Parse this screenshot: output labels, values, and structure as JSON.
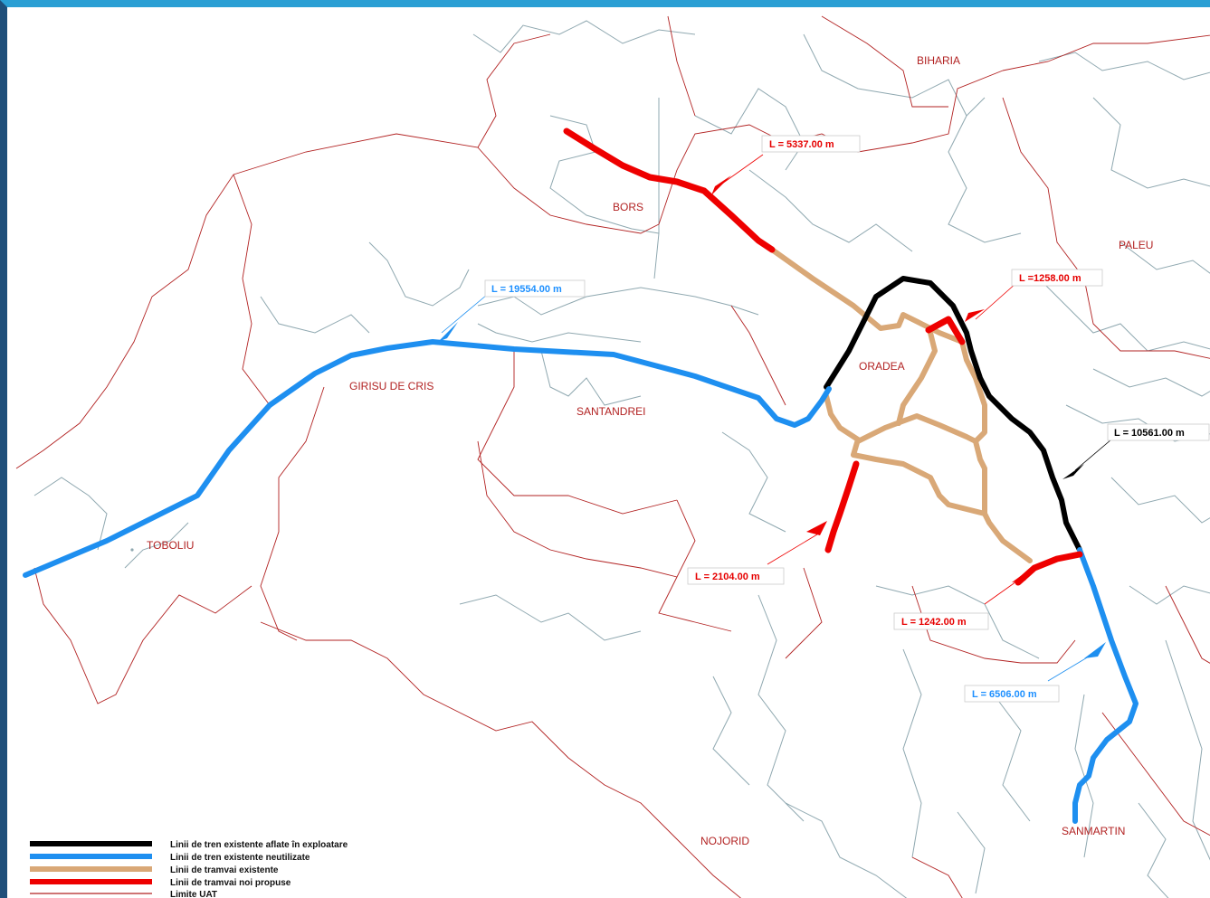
{
  "map": {
    "colors": {
      "train_active": "#000000",
      "train_neutral": "#1e8ff0",
      "tram_existing": "#d9a877",
      "tram_proposed": "#ee0000",
      "uat_limit": "#b22222",
      "parcel": "#8fa8b0"
    },
    "localities": {
      "biharia": "BIHARIA",
      "bors": "BORS",
      "paleu": "PALEU",
      "oradea": "ORADEA",
      "girisu": "GIRISU DE CRIS",
      "santandrei": "SANTANDREI",
      "toboliu": "TOBOLIU",
      "nojorid": "NOJORID",
      "sanmartin": "SANMARTIN"
    },
    "lengths": {
      "bors_line": "L = 5337.00 m",
      "north_link": "L =1258.00 m",
      "girisu_line": "L = 19554.00 m",
      "east_train": "L = 10561.00 m",
      "south_spur": "L = 2104.00 m",
      "southeast_link": "L = 1242.00 m",
      "sanmartin_line": "L = 6506.00 m"
    }
  },
  "legend": {
    "items": [
      "Linii de tren existente aflate în exploatare",
      "Linii de tren existente neutilizate",
      "Linii de tramvai existente",
      "Linii de tramvai noi propuse",
      "Limite UAT"
    ]
  }
}
